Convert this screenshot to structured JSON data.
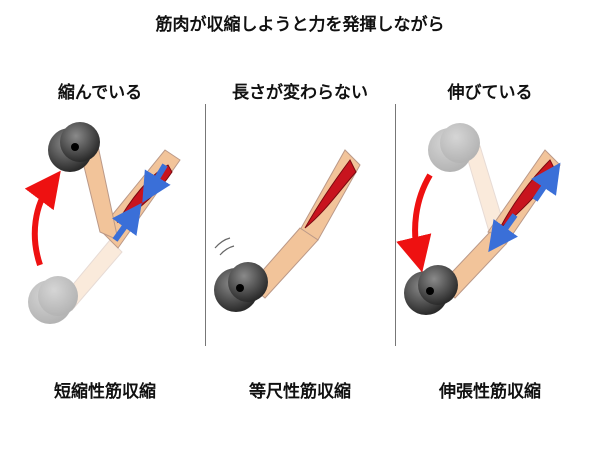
{
  "title": "筋肉が収縮しようと力を発揮しながら",
  "panels": [
    {
      "heading": "縮んでいる",
      "label": "短縮性筋収縮"
    },
    {
      "heading": "長さが変わらない",
      "label": "等尺性筋収縮"
    },
    {
      "heading": "伸びている",
      "label": "伸張性筋収縮"
    }
  ],
  "colors": {
    "muscle": "#c8141e",
    "arrow_motion": "#ee1111",
    "arrow_force": "#3a6fd8",
    "skin": "#f2c49a",
    "dumbbell": "#3a3a3a"
  }
}
